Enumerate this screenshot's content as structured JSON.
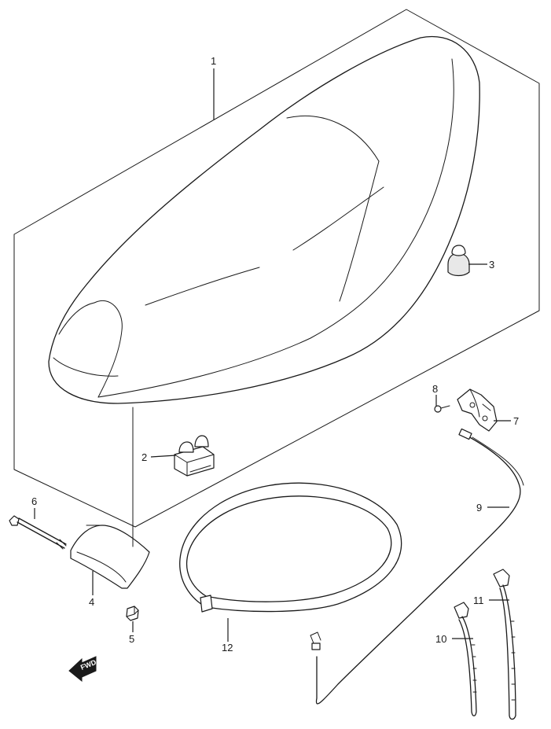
{
  "callouts": [
    {
      "id": "1",
      "label": "1"
    },
    {
      "id": "2",
      "label": "2"
    },
    {
      "id": "3",
      "label": "3"
    },
    {
      "id": "4",
      "label": "4"
    },
    {
      "id": "5",
      "label": "5"
    },
    {
      "id": "6",
      "label": "6"
    },
    {
      "id": "7",
      "label": "7"
    },
    {
      "id": "8",
      "label": "8"
    },
    {
      "id": "9",
      "label": "9"
    },
    {
      "id": "10",
      "label": "10"
    },
    {
      "id": "11",
      "label": "11"
    },
    {
      "id": "12",
      "label": "12"
    }
  ],
  "direction_marker": {
    "label": "FWD",
    "icon": "forward-arrow-icon"
  }
}
